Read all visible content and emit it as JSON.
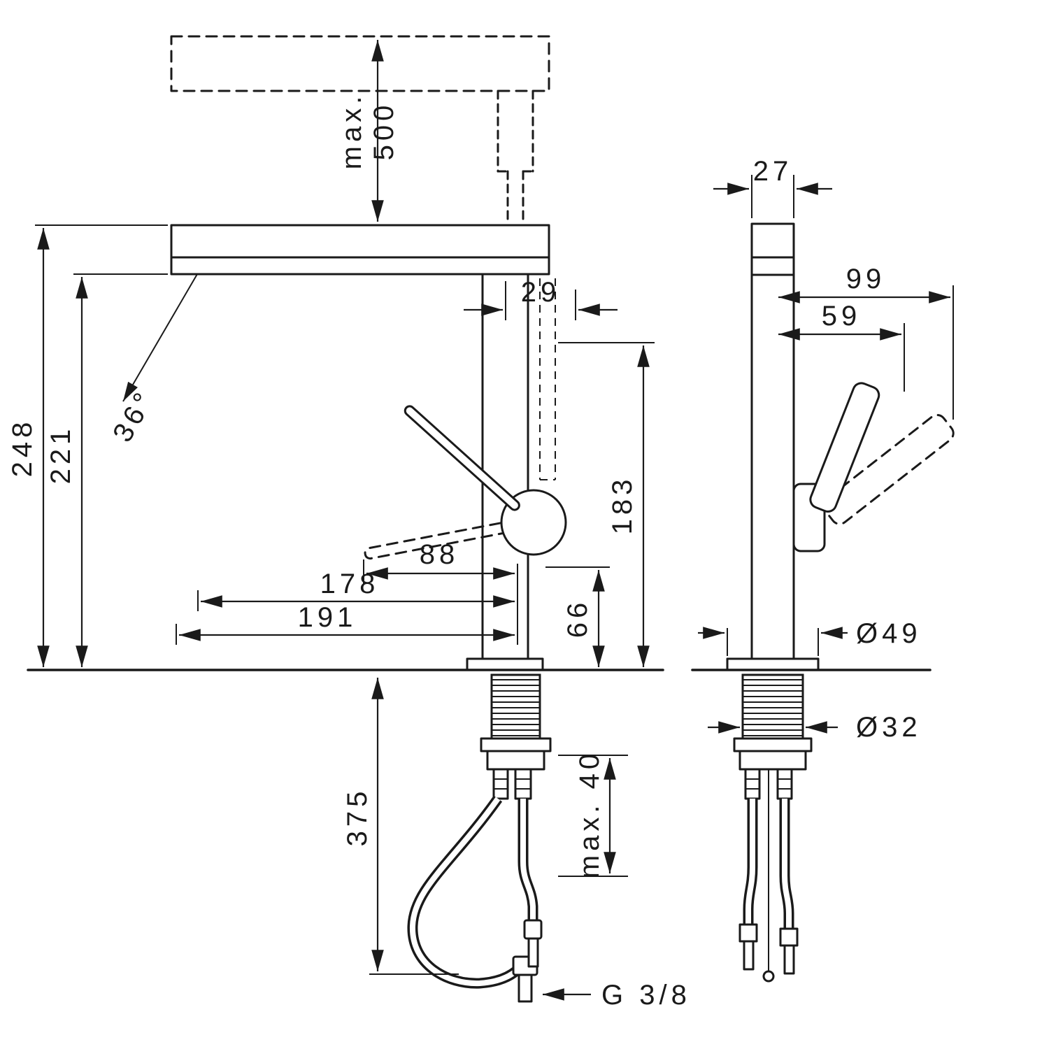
{
  "drawing": {
    "background": "#ffffff",
    "line_color": "#1a1a1a",
    "type": "technical-dimension-drawing",
    "subject": "single-lever basin mixer faucet, side and front views",
    "views": {
      "side": {
        "dims": {
          "max_height_label": "max.",
          "max_height_value": "500",
          "spray_offset": "29",
          "handle_angle": "36°",
          "overall_height": "248",
          "spout_underside_height": "221",
          "spray_height": "183",
          "handle_reach": "88",
          "spout_reach": "178",
          "overall_reach": "191",
          "handle_height": "66",
          "hose_length": "375",
          "max_deck_thickness": "max. 40",
          "thread": "G 3/8"
        }
      },
      "front": {
        "dims": {
          "body_width": "27",
          "lever_reach_max": "99",
          "lever_reach": "59",
          "base_diameter": "Ø49",
          "shank_diameter": "Ø32"
        }
      }
    }
  }
}
